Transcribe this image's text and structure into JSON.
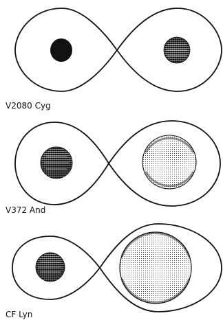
{
  "colors": {
    "background": "#ffffff",
    "outline": "#111111",
    "star_dark": "#111111",
    "star_dot": "#111111"
  },
  "systems": [
    {
      "name": "V2080 Cyg",
      "left_star": {
        "style": "solid"
      },
      "right_star": {
        "style": "hatched-dark"
      }
    },
    {
      "name": "V372 And",
      "left_star": {
        "style": "hatched-dark"
      },
      "right_star": {
        "style": "stippled-light"
      }
    },
    {
      "name": "CF Lyn",
      "left_star": {
        "style": "hatched-dark"
      },
      "right_star": {
        "style": "stippled-light"
      }
    }
  ]
}
